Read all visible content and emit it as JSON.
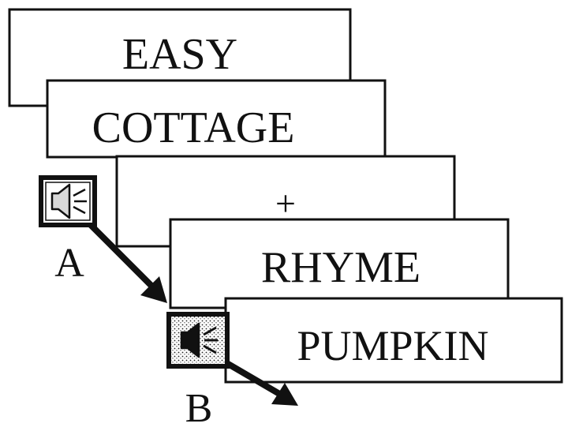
{
  "screens": [
    {
      "id": "easy",
      "word": "EASY"
    },
    {
      "id": "cottage",
      "word": "COTTAGE"
    },
    {
      "id": "fixation",
      "word": "+"
    },
    {
      "id": "rhyme",
      "word": "RHYME"
    },
    {
      "id": "pumpkin",
      "word": "PUMPKIN"
    }
  ],
  "markers": {
    "a": {
      "label": "A",
      "icon": "speaker-icon"
    },
    "b": {
      "label": "B",
      "icon": "speaker-icon"
    }
  },
  "colors": {
    "ink": "#111111",
    "card_fill": "#ffffff",
    "speaker_a_fill": "#d8d8d8",
    "speaker_b_fill": "#e8e8e8"
  }
}
